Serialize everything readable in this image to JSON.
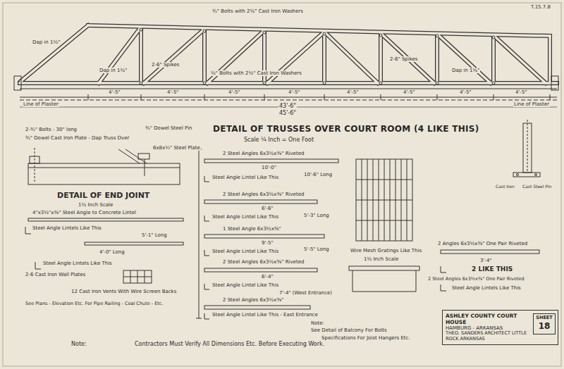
{
  "diagram": {
    "title": "DETAIL OF TRUSSES OVER COURT ROOM (4 LIKE THIS)",
    "nodes": [
      {
        "text": [
          "ASHLEY COUNTY COURT HOUSE",
          "HAMBURG - ARKANSAS",
          "THEO. SANDERS ARCHITECT LITTLE ROCK ARKANSAS"
        ]
      },
      {
        "text": [
          "SHEET",
          "18"
        ],
        "in": 0
      }
    ],
    "labels": [
      "¾\" Bolts with 2½\" Cast Iron Washers",
      "Dap in 1½\"",
      "Dap in 1½\"",
      "2-6\" Spikes",
      "½\" Bolts with 2½\" Cast Iron Washers",
      "2-6\" Spikes",
      "Dap in 1½\"",
      "Line of Plaster",
      "Line of Plaster",
      "4'-5\"",
      "4'-5\"",
      "4'-5\"",
      "4'-5\"",
      "4'-5\"",
      "4'-5\"",
      "4'-5\"",
      "4'-5\"",
      "43'-6\"",
      "45'-6\"",
      "T.15.7.8",
      "2-¾\" Bolts - 30\" long",
      "¾\" Dowel Cast Iron Plate - Dap Truss Over",
      "¾\" Dowel Steel Pin",
      "6x8x¼\" Steel Plate",
      "DETAIL OF END JOINT",
      "1½ Inch Scale",
      "4\"x3½\"x⅜\" Steel Angle to Concrete Lintel",
      "Steel Angle Lintels Like This",
      "5'-1\" Long",
      "4'-0\" Long",
      "Steel Angle Lintels Like This",
      "2-6 Cast Iron Wall Plates",
      "12 Cast Iron Vents With Wire Screen Backs",
      "See Plans - Elevation Etc. For Pipe Railing - Coal Chute - Etc.",
      "Scale ¼ Inch = One Foot",
      "2 Steel Angles 6x3½x⅜\" Riveted",
      "10'-0\"",
      "Steel Angle Lintel Like This",
      "10'-6\" Long",
      "2 Steel Angles 6x3½x⅜\" Riveted",
      "6'-6\"",
      "Steel Angle Lintel Like This",
      "5'-3\" Long",
      "1 Steel Angle 6x3½x⅜\"",
      "9'-5\"",
      "Steel Angle Lintel Like This",
      "5'-5\" Long",
      "2 Steel Angles 6x3½x⅜\" Riveted",
      "6'-4\"",
      "Steel Angle Lintel Like This",
      "7'-4\" (West Entrance)",
      "2 Steel Angles 6x3½x⅜\"",
      "Steel Angle Lintel Like This - East Entrance",
      "Note:",
      "See Detail of Balcony For Bolts",
      "Specifications For Joist Hangers Etc.",
      "Wire Mesh Gratings Like This",
      "1½ Inch Scale",
      "Cast Iron",
      "Cast Steel Pin",
      "2 Angles 6x3½x⅜\" One Pair Riveted",
      "3'-4\"",
      "2 LIKE THIS",
      "2 Steel Angles 6x3½x⅜\" One Pair Riveted",
      "Steel Angle Lintels Like This",
      "Note:",
      "Contractors Must Verify All Dimensions Etc. Before Executing Work."
    ]
  }
}
